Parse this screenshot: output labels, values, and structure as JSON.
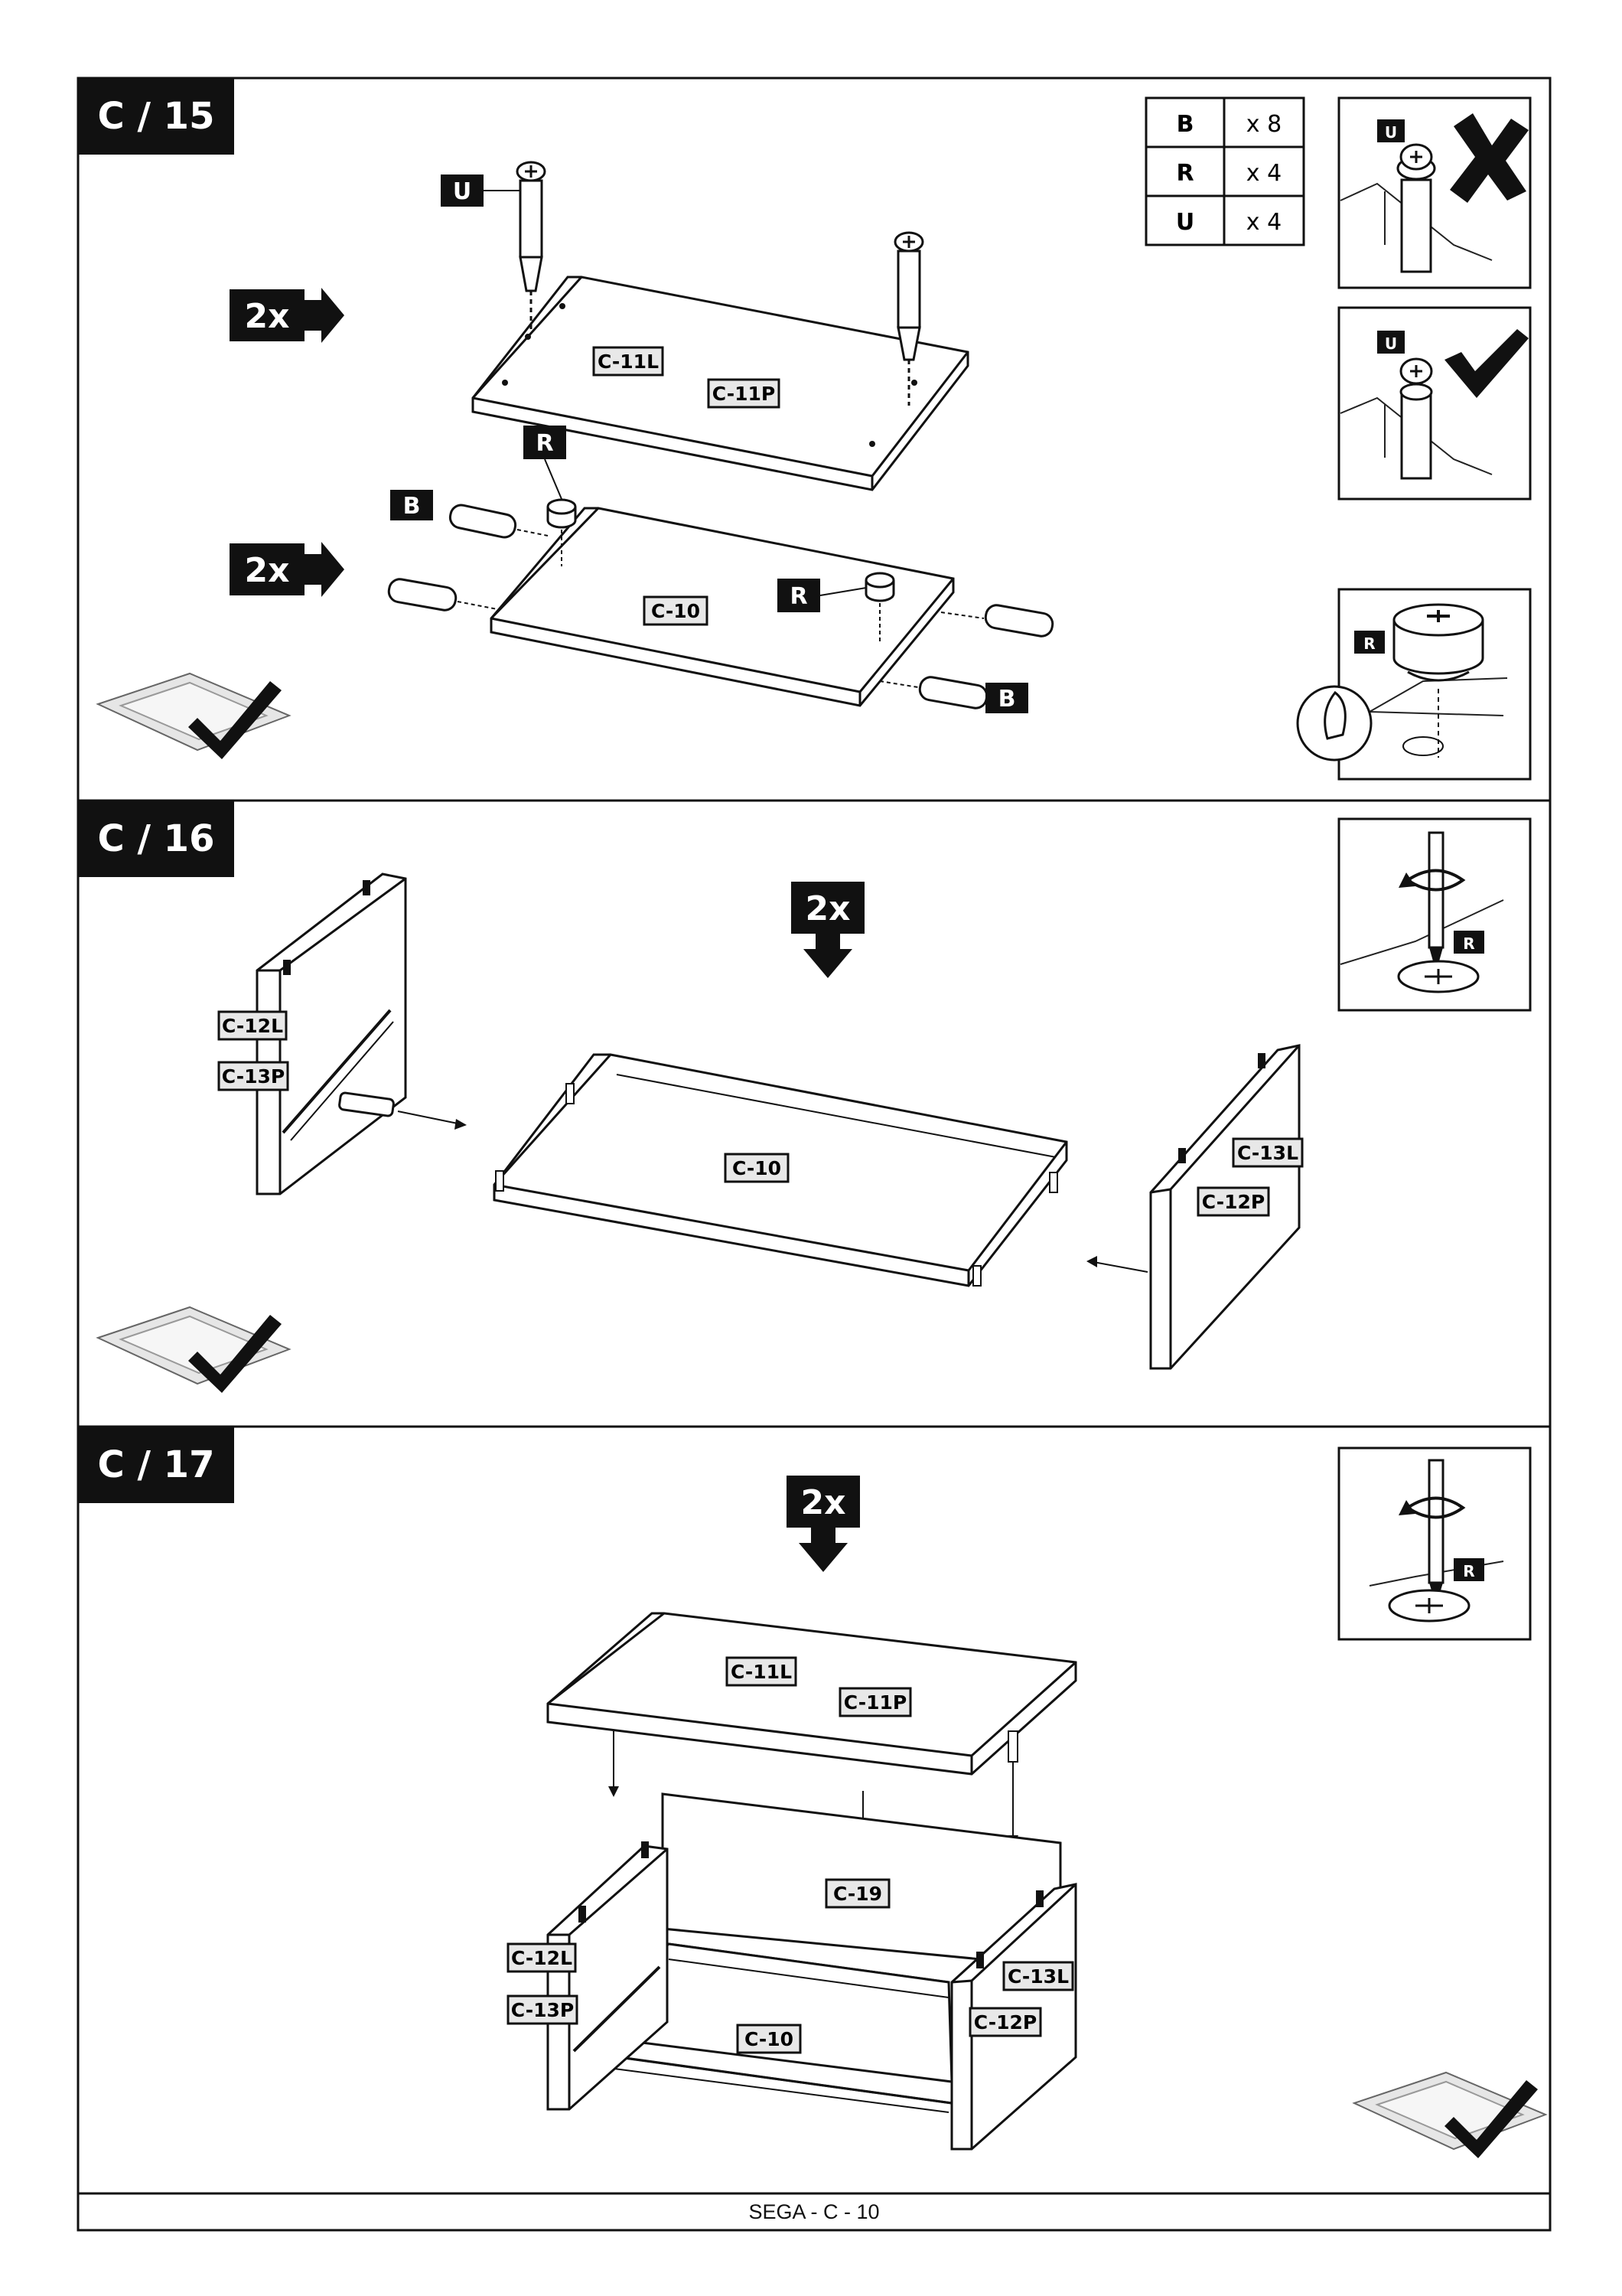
{
  "steps": [
    {
      "title": "C / 15"
    },
    {
      "title": "C / 16"
    },
    {
      "title": "C / 17"
    }
  ],
  "hardware": [
    {
      "code": "B",
      "qty": "x 8"
    },
    {
      "code": "R",
      "qty": "x 4"
    },
    {
      "code": "U",
      "qty": "x 4"
    }
  ],
  "multiplier": "2x",
  "hardware_tags": {
    "B": "B",
    "R": "R",
    "U": "U"
  },
  "parts": {
    "c11l": "C-11L",
    "c11p": "C-11P",
    "c10": "C-10",
    "c12l": "C-12L",
    "c12p": "C-12P",
    "c13l": "C-13L",
    "c13p": "C-13P",
    "c19": "C-19"
  },
  "icons": {
    "wrong": "x-mark-icon",
    "right": "check-mark-icon",
    "surface": "soft-mat-check-icon",
    "screwdriver": "screwdriver-rotate-icon",
    "cam": "cam-lock-insert-icon"
  },
  "footer": {
    "text": "SEGA - C - 10"
  }
}
